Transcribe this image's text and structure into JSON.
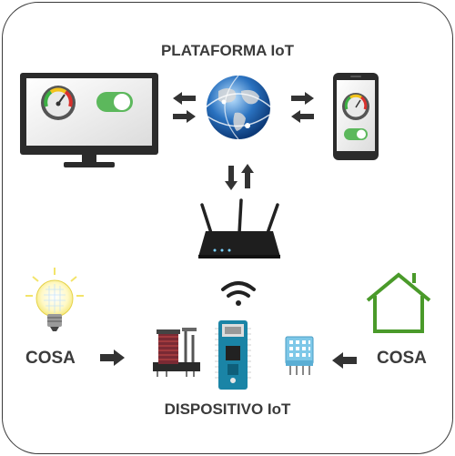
{
  "title": "PLATAFORMA IoT",
  "bottom_title": "DISPOSITIVO IoT",
  "thing_left": "COSA",
  "thing_right": "COSA",
  "colors": {
    "border": "#3a3a3a",
    "text": "#3b3b3b",
    "arrow": "#333333",
    "house": "#4a9a2a",
    "toggle": "#5cb85c",
    "board": "#1a84a6",
    "sensor": "#7ec8e8",
    "globe": "#2a72c0"
  }
}
